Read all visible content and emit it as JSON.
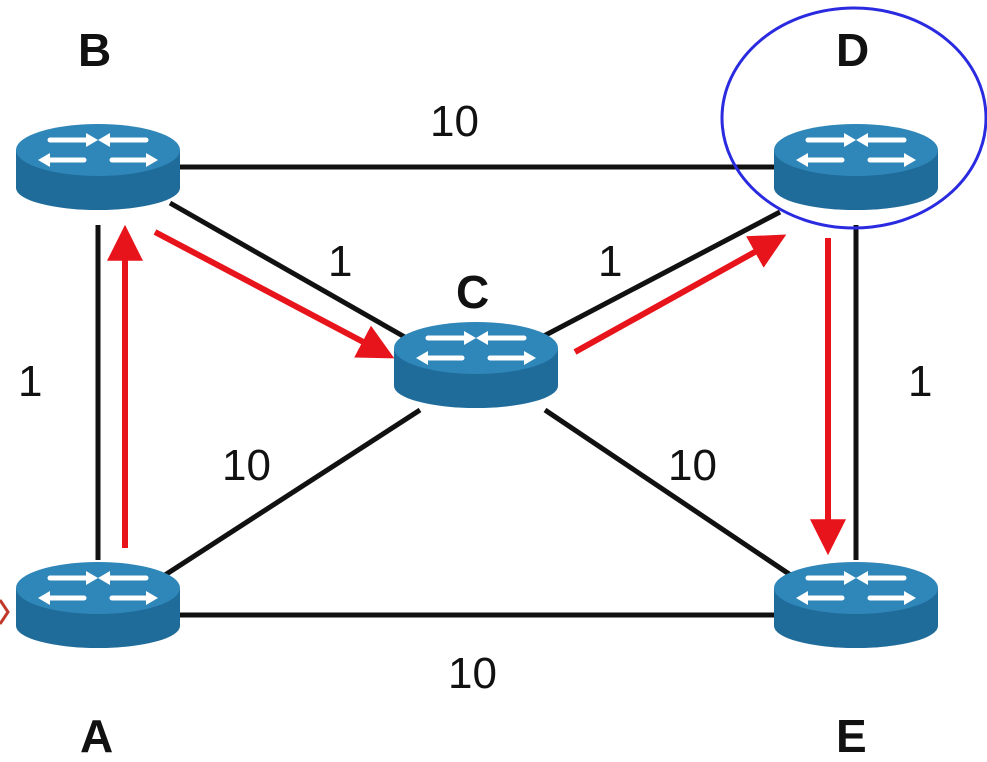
{
  "diagram": {
    "routers": [
      {
        "id": "A",
        "label": "A"
      },
      {
        "id": "B",
        "label": "B"
      },
      {
        "id": "C",
        "label": "C"
      },
      {
        "id": "D",
        "label": "D"
      },
      {
        "id": "E",
        "label": "E"
      }
    ],
    "links": [
      {
        "from": "B",
        "to": "D",
        "cost": "10"
      },
      {
        "from": "B",
        "to": "C",
        "cost": "1"
      },
      {
        "from": "C",
        "to": "D",
        "cost": "1"
      },
      {
        "from": "A",
        "to": "B",
        "cost": "1"
      },
      {
        "from": "D",
        "to": "E",
        "cost": "1"
      },
      {
        "from": "A",
        "to": "C",
        "cost": "10"
      },
      {
        "from": "C",
        "to": "E",
        "cost": "10"
      },
      {
        "from": "A",
        "to": "E",
        "cost": "10"
      }
    ],
    "path": [
      "A",
      "B",
      "C",
      "D",
      "E"
    ],
    "highlighted_node": "D",
    "colors": {
      "link": "#111111",
      "path_arrow": "#e8141b",
      "highlight_circle": "#2a2ae0",
      "router_body": "#1f6b9a",
      "router_top": "#2f86b8",
      "router_icon": "#ffffff"
    }
  }
}
